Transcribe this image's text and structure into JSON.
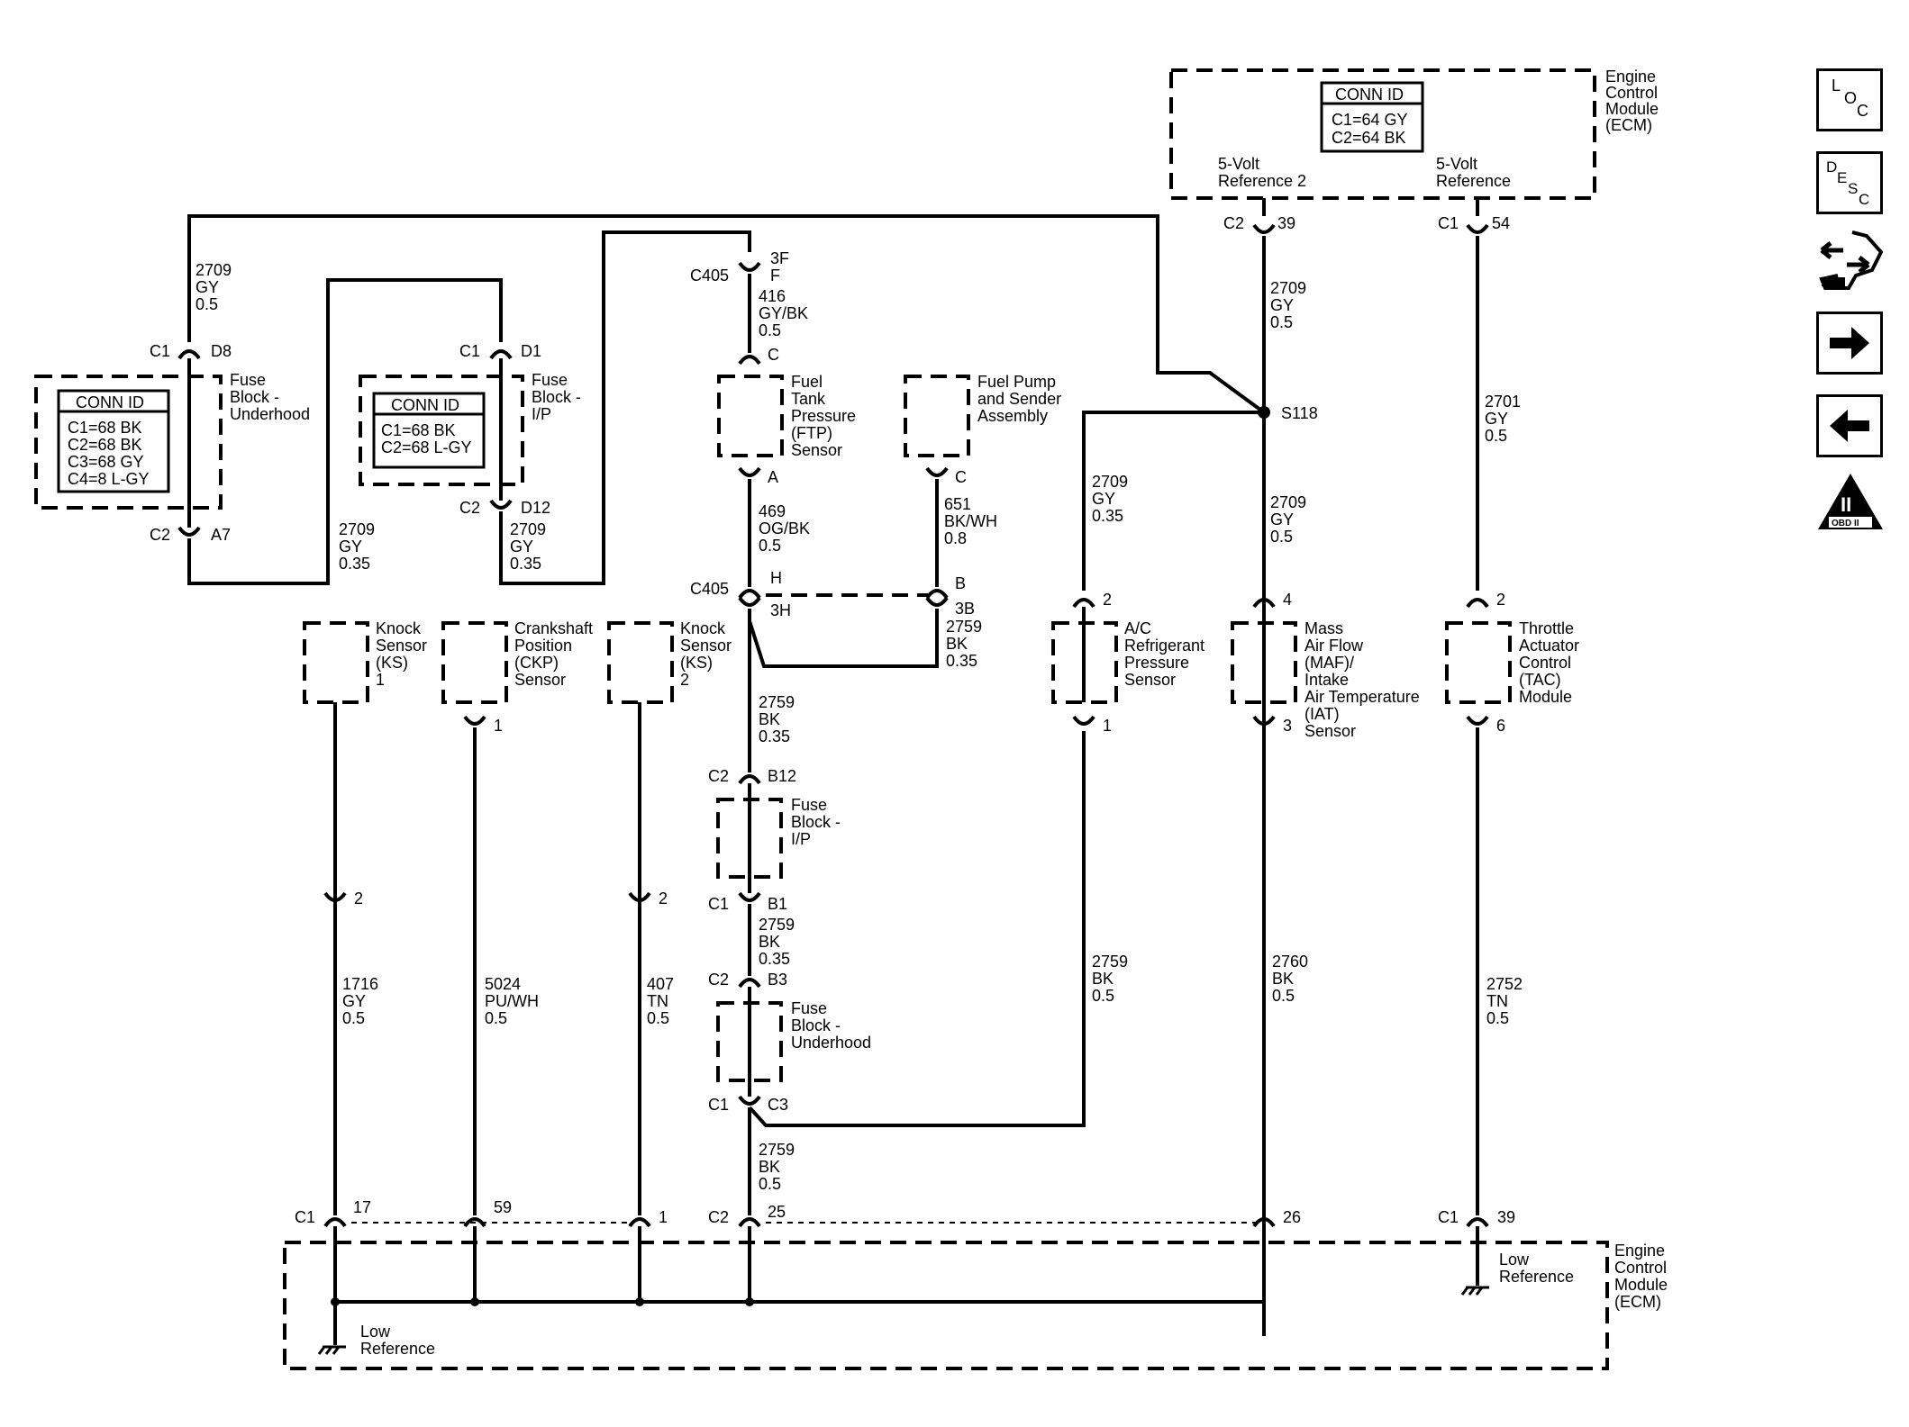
{
  "ecm": {
    "name_top": [
      "Engine",
      "Control",
      "Module",
      "(ECM)"
    ],
    "name_bottom": [
      "Engine",
      "Control",
      "Module",
      "(ECM)"
    ],
    "conn_id_title": "CONN ID",
    "conn_id_lines": [
      "C1=64 GY",
      "C2=64 BK"
    ],
    "ref2_label": [
      "5-Volt",
      "Reference 2"
    ],
    "ref_label": [
      "5-Volt",
      "Reference"
    ],
    "low_ref": [
      "Low",
      "Reference"
    ]
  },
  "fuse_underhood_top": {
    "conn_id_title": "CONN ID",
    "conn_id_lines": [
      "C1=68 BK",
      "C2=68 BK",
      "C3=68 GY",
      "C4=8 L-GY"
    ],
    "name": [
      "Fuse",
      "Block -",
      "Underhood"
    ]
  },
  "fuse_ip_top": {
    "conn_id_title": "CONN ID",
    "conn_id_lines": [
      "C1=68 BK",
      "C2=68 L-GY"
    ],
    "name": [
      "Fuse",
      "Block -",
      "I/P"
    ]
  },
  "fuse_ip_mid": {
    "name": [
      "Fuse",
      "Block -",
      "I/P"
    ]
  },
  "fuse_underhood_mid": {
    "name": [
      "Fuse",
      "Block -",
      "Underhood"
    ]
  },
  "components": {
    "ftp": [
      "Fuel",
      "Tank",
      "Pressure",
      "(FTP)",
      "Sensor"
    ],
    "fuel_pump": [
      "Fuel Pump",
      "and Sender",
      "Assembly"
    ],
    "ks1": [
      "Knock",
      "Sensor",
      "(KS)",
      "1"
    ],
    "ckp": [
      "Crankshaft",
      "Position",
      "(CKP)",
      "Sensor"
    ],
    "ks2": [
      "Knock",
      "Sensor",
      "(KS)",
      "2"
    ],
    "ac": [
      "A/C",
      "Refrigerant",
      "Pressure",
      "Sensor"
    ],
    "maf": [
      "Mass",
      "Air Flow",
      "(MAF)/",
      "Intake",
      "Air Temperature",
      "(IAT)",
      "Sensor"
    ],
    "tac": [
      "Throttle",
      "Actuator",
      "Control",
      "(TAC)",
      "Module"
    ]
  },
  "splice": "S118",
  "wires": {
    "w2709_top_left": [
      "2709",
      "GY",
      "0.5"
    ],
    "w2709_a7": [
      "2709",
      "GY",
      "0.35"
    ],
    "w2709_d12": [
      "2709",
      "GY",
      "0.35"
    ],
    "w416": [
      "416",
      "GY/BK",
      "0.5"
    ],
    "w469": [
      "469",
      "OG/BK",
      "0.5"
    ],
    "w651": [
      "651",
      "BK/WH",
      "0.8"
    ],
    "w2759_3b": [
      "2759",
      "BK",
      "0.35"
    ],
    "w2759_under_c405": [
      "2759",
      "BK",
      "0.35"
    ],
    "w2759_b1": [
      "2759",
      "BK",
      "0.35"
    ],
    "w2759_c3": [
      "2759",
      "BK",
      "0.5"
    ],
    "w2709_ecm_top": [
      "2709",
      "GY",
      "0.5"
    ],
    "w2709_ac": [
      "2709",
      "GY",
      "0.35"
    ],
    "w2709_maf": [
      "2709",
      "GY",
      "0.5"
    ],
    "w2701": [
      "2701",
      "GY",
      "0.5"
    ],
    "w1716": [
      "1716",
      "GY",
      "0.5"
    ],
    "w5024": [
      "5024",
      "PU/WH",
      "0.5"
    ],
    "w407": [
      "407",
      "TN",
      "0.5"
    ],
    "w2759_ac": [
      "2759",
      "BK",
      "0.5"
    ],
    "w2760": [
      "2760",
      "BK",
      "0.5"
    ],
    "w2752": [
      "2752",
      "TN",
      "0.5"
    ]
  },
  "pins": {
    "c1": "C1",
    "c2": "C2",
    "c3": "C3",
    "d8": "D8",
    "a7": "A7",
    "d1": "D1",
    "d12": "D12",
    "c405": "C405",
    "f3": "3F",
    "f": "F",
    "h": "H",
    "h3": "3H",
    "b": "B",
    "b3": "3B",
    "pC": "C",
    "pA": "A",
    "pB12": "B12",
    "pB1": "B1",
    "pB3": "B3",
    "p39": "39",
    "p54": "54",
    "p2": "2",
    "p4": "4",
    "p1": "1",
    "p3": "3",
    "p6": "6",
    "p17": "17",
    "p59": "59",
    "p25": "25",
    "p26": "26"
  },
  "side_icons": [
    "LOC",
    "DESC",
    "connector-repair",
    "next-page",
    "previous-page",
    "OBD II"
  ],
  "side_icon_text": {
    "loc": [
      "L",
      "O",
      "C"
    ],
    "desc": [
      "D",
      "E",
      "S",
      "C"
    ],
    "obd": [
      "II",
      "OBD II"
    ]
  }
}
